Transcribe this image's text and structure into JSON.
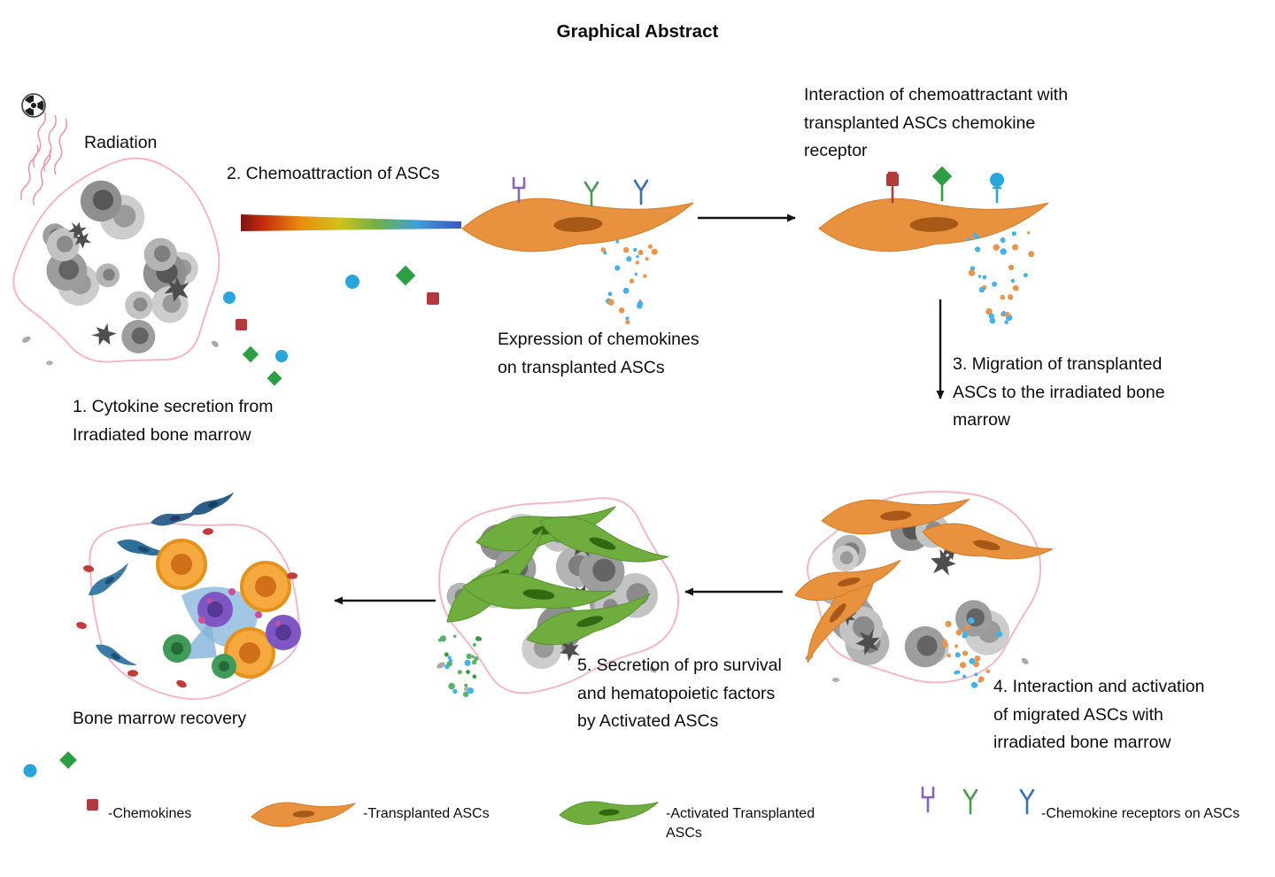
{
  "title": "Graphical Abstract",
  "labels": {
    "radiation": "Radiation",
    "step1": "1. Cytokine secretion from\nIrradiated bone marrow",
    "step2": "2. Chemoattraction of ASCs",
    "expression": "Expression of chemokines\non transplanted ASCs",
    "interaction": "Interaction of chemoattractant with\ntransplanted ASCs chemokine\nreceptor",
    "step3": "3. Migration of transplanted\nASCs to the irradiated bone\nmarrow",
    "step4": "4. Interaction and activation\nof migrated ASCs with\nirradiated bone marrow",
    "step5": "5. Secretion of pro survival\nand hematopoietic factors\nby Activated ASCs",
    "recovery": "Bone marrow recovery"
  },
  "legend": {
    "chemokines": "-Chemokines",
    "transplanted_ascs": "-Transplanted ASCs",
    "activated_ascs": "-Activated Transplanted\nASCs",
    "receptors": "-Chemokine receptors on ASCs"
  },
  "icons": {
    "radiation_hazard": "radiation-trefoil",
    "chemokine_blue": "circle",
    "chemokine_green": "diamond",
    "chemokine_red": "square",
    "receptor": "y-shape"
  },
  "colors": {
    "chemokine_blue": "#2aa5dc",
    "chemokine_green": "#2e9e44",
    "chemokine_red": "#b13a3a",
    "transplanted_asc_orange": "#e8913f",
    "activated_asc_green": "#6fae3e",
    "receptor_purple": "#8a63b8",
    "receptor_green": "#4a9b4f",
    "receptor_blue": "#3b6fb5",
    "outline_pink": "#f3b7c8",
    "arrow_black": "#141414"
  }
}
